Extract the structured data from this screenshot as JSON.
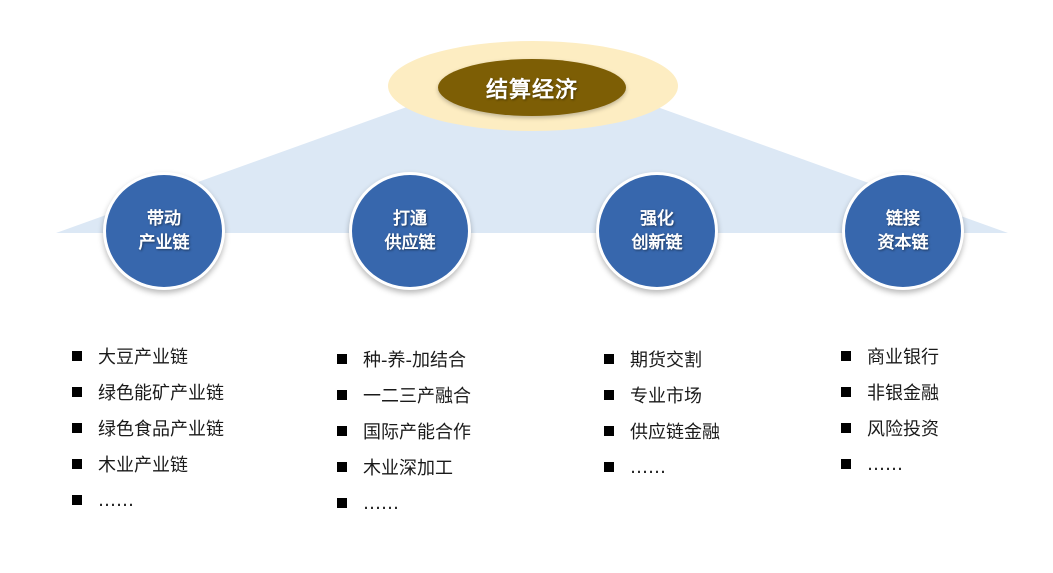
{
  "center": {
    "title": "结算经济"
  },
  "colors": {
    "halo": "#fdedc2",
    "center_fill": "#7d5e05",
    "pillar_fill": "#3767ad",
    "backdrop": "#dce8f5"
  },
  "pillars": [
    {
      "line1": "带动",
      "line2": "产业链",
      "items": [
        "大豆产业链",
        "绿色能矿产业链",
        "绿色食品产业链",
        "木业产业链",
        "……"
      ]
    },
    {
      "line1": "打通",
      "line2": "供应链",
      "items": [
        "种-养-加结合",
        "一二三产融合",
        "国际产能合作",
        "木业深加工",
        "……"
      ]
    },
    {
      "line1": "强化",
      "line2": "创新链",
      "items": [
        "期货交割",
        "专业市场",
        "供应链金融",
        "……"
      ]
    },
    {
      "line1": "链接",
      "line2": "资本链",
      "items": [
        "商业银行",
        "非银金融",
        "风险投资",
        "……"
      ]
    }
  ]
}
